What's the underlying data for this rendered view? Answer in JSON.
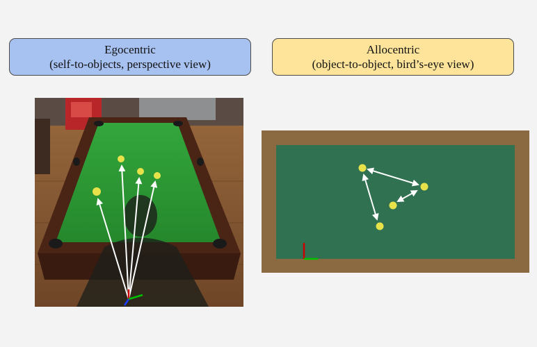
{
  "egocentric": {
    "title": "Egocentric",
    "subtitle": "(self-to-objects, perspective view)"
  },
  "allocentric": {
    "title": "Allocentric",
    "subtitle": "(object-to-object, bird’s-eye view)"
  },
  "colors": {
    "ego_box": "#a7c1f1",
    "allo_box": "#fde49a",
    "felt_photo": "#2fa23a",
    "felt_diagram": "#2f7150",
    "rail_diagram": "#8b6a41",
    "ball": "#e8e24a",
    "arrow": "#ffffff",
    "axis_x": "#00c000",
    "axis_y": "#cc0000",
    "axis_z": "#1a3cff"
  }
}
